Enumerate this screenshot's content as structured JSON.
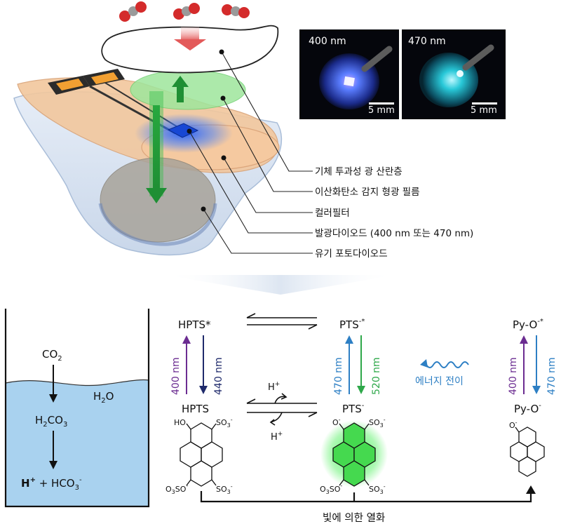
{
  "top_figure": {
    "photo_left": {
      "wavelength": "400 nm",
      "scale_bar": "5 mm"
    },
    "photo_right": {
      "wavelength": "470 nm",
      "scale_bar": "5 mm"
    },
    "layers": [
      "기체 투과성 광 산란층",
      "이산화탄소 감지 형광 필름",
      "컬러필터",
      "발광다이오드 (400 nm 또는 470 nm)",
      "유기 포토다이오드"
    ]
  },
  "beaker": {
    "co2": "CO",
    "co2_sub": "2",
    "h2o": "H",
    "h2o_sub": "2",
    "h2o_tail": "O",
    "h2co3_a": "H",
    "h2co3_sub1": "2",
    "h2co3_b": "CO",
    "h2co3_sub2": "3",
    "products_h": "H",
    "products_sup": "+",
    "products_mid": " + HCO",
    "products_sub": "3",
    "products_sup2": "-"
  },
  "scheme": {
    "hpts_star": "HPTS*",
    "pts_star": "PTS",
    "pts_star_sup": "-*",
    "pyo_star": "Py-O",
    "pyo_star_sup": "-*",
    "hpts": "HPTS",
    "pts": "PTS",
    "pts_sup": "-",
    "pyo": "Py-O",
    "pyo_sup": "-",
    "hpts_abs": "400 nm",
    "hpts_em": "440 nm",
    "pts_abs": "470 nm",
    "pts_em": "520 nm",
    "pyo_abs": "400 nm",
    "pyo_em": "470 nm",
    "h_plus_top": "H",
    "h_plus_bottom": "H",
    "h_plus_sup": "+",
    "energy_transfer": "에너지 전이",
    "photobleaching": "빛에 의한 열화",
    "hpts_ho": "HO",
    "hpts_so3_1": "SO",
    "hpts_so3_2": "SO",
    "hpts_so3_3": "SO",
    "pts_o": "O",
    "pts_so3_1": "SO",
    "pts_so3_2": "SO",
    "pts_so3_3": "SO",
    "pyo_o": "O",
    "sub3": "3",
    "minus": "-"
  },
  "colors": {
    "purple": "#6b2c91",
    "navy": "#1f2a6b",
    "blue": "#2d7fc4",
    "green": "#2ea84a",
    "water": "#a9d2ef"
  }
}
